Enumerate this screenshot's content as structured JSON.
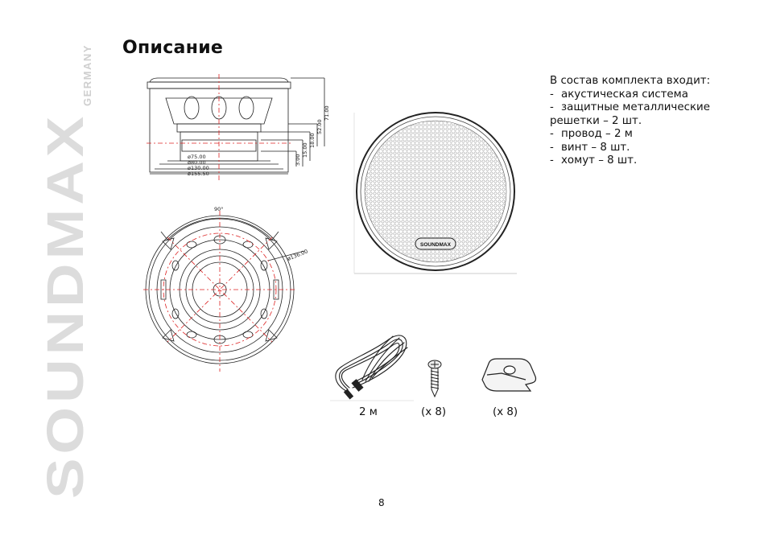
{
  "brand": {
    "name": "SOUNDMAX",
    "sub": "GERMANY"
  },
  "title": "Описание",
  "kit": {
    "heading": "В состав комплекта входит:",
    "items": [
      "акустическая система",
      "защитные металлические",
      "решетки – 2 шт.",
      "провод – 2 м",
      "винт – 8 шт.",
      "хомут – 8 шт."
    ]
  },
  "diagram_side": {
    "dims_horizontal": [
      "ø75.00",
      "ø80.00",
      "ø130.00",
      "ø155.50"
    ],
    "dims_vertical": [
      "3.00",
      "15.00",
      "18.00",
      "52.00",
      "71.00"
    ]
  },
  "diagram_front": {
    "angle": "90°",
    "diameter": "ø136.00"
  },
  "grille_logo": "SOUNDMAX",
  "captions": {
    "wire": "2 м",
    "screw": "(x 8)",
    "clip": "(x 8)"
  },
  "page_number": "8"
}
